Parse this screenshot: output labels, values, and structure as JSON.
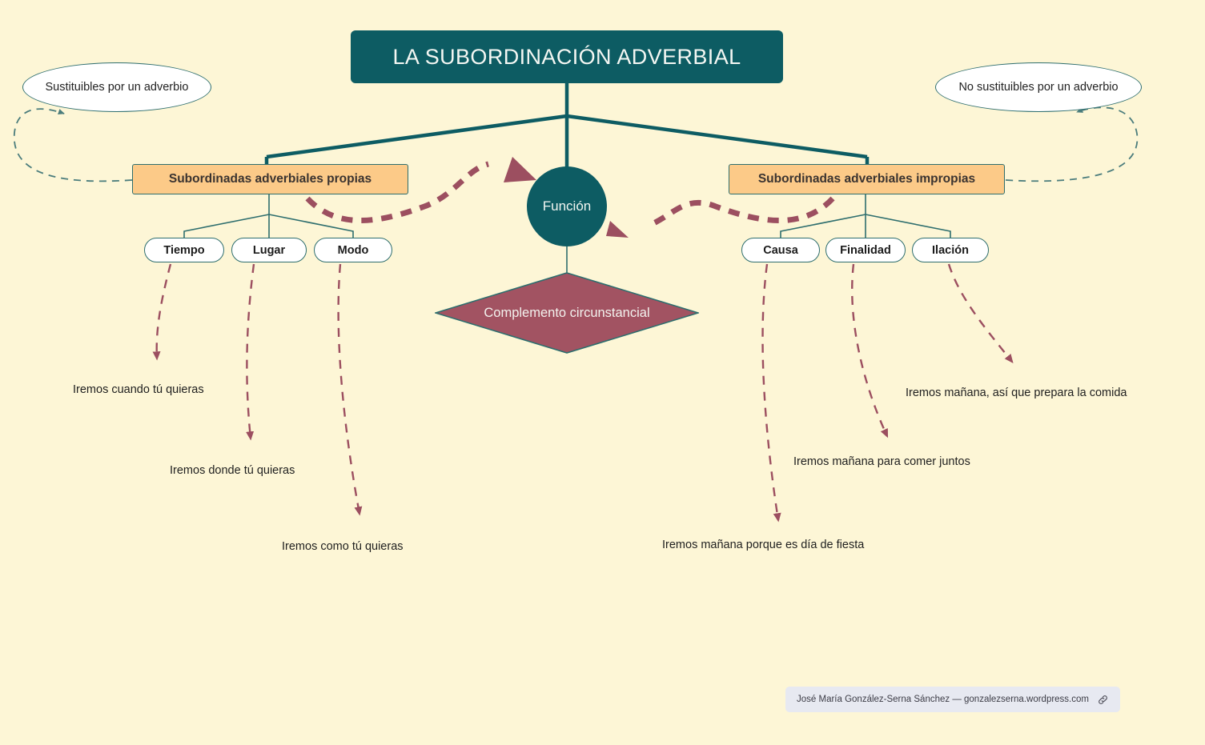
{
  "title": {
    "text": "LA SUBORDINACIÓN ADVERBIAL"
  },
  "notes": {
    "left": "Sustituibles por un adverbio",
    "right": "No sustituibles por un adverbio"
  },
  "branches": {
    "propias": "Subordinadas adverbiales propias",
    "impropias": "Subordinadas adverbiales impropias"
  },
  "types": {
    "propias": [
      "Tiempo",
      "Lugar",
      "Modo"
    ],
    "impropias": [
      "Causa",
      "Finalidad",
      "Ilación"
    ]
  },
  "center": {
    "funcion": "Función",
    "complemento": "Complemento circunstancial"
  },
  "examples": {
    "tiempo": "Iremos cuando tú quieras",
    "lugar": "Iremos donde tú quieras",
    "modo": "Iremos como tú quieras",
    "causa": "Iremos mañana porque es día de fiesta",
    "finalidad": "Iremos mañana para comer juntos",
    "ilacion": "Iremos mañana, así que prepara la comida"
  },
  "footer": {
    "credit": "José María González-Serna Sánchez — gonzalezserna.wordpress.com",
    "icon": "link-icon"
  },
  "colors": {
    "background": "#FDF6D6",
    "teal": "#0D5C63",
    "teal_line": "#2E6E6E",
    "orange": "#FCCA88",
    "maroon": "#A25362",
    "maroon_dash": "#9C4F60",
    "white": "#FFFFFF",
    "badge_bg": "#E7E9F1"
  }
}
